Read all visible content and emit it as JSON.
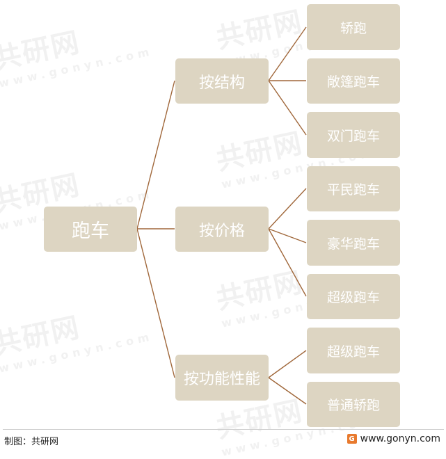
{
  "watermark": {
    "brand": "共研网",
    "site": "www.gonyn.com"
  },
  "diagram": {
    "root": "跑车",
    "branches": [
      {
        "label": "按结构",
        "children": [
          "轿跑",
          "敞篷跑车",
          "双门跑车"
        ]
      },
      {
        "label": "按价格",
        "children": [
          "平民跑车",
          "豪华跑车",
          "超级跑车"
        ]
      },
      {
        "label": "按功能性能",
        "children": [
          "超级跑车",
          "普通轿跑"
        ]
      }
    ]
  },
  "footer": {
    "source": "制图：共研网",
    "url": "www.gonyn.com",
    "logo_icon": "G"
  },
  "colors": {
    "node_fill": "#ddd5c2",
    "connector": "#a0673a",
    "node_text": "#ffffff"
  }
}
